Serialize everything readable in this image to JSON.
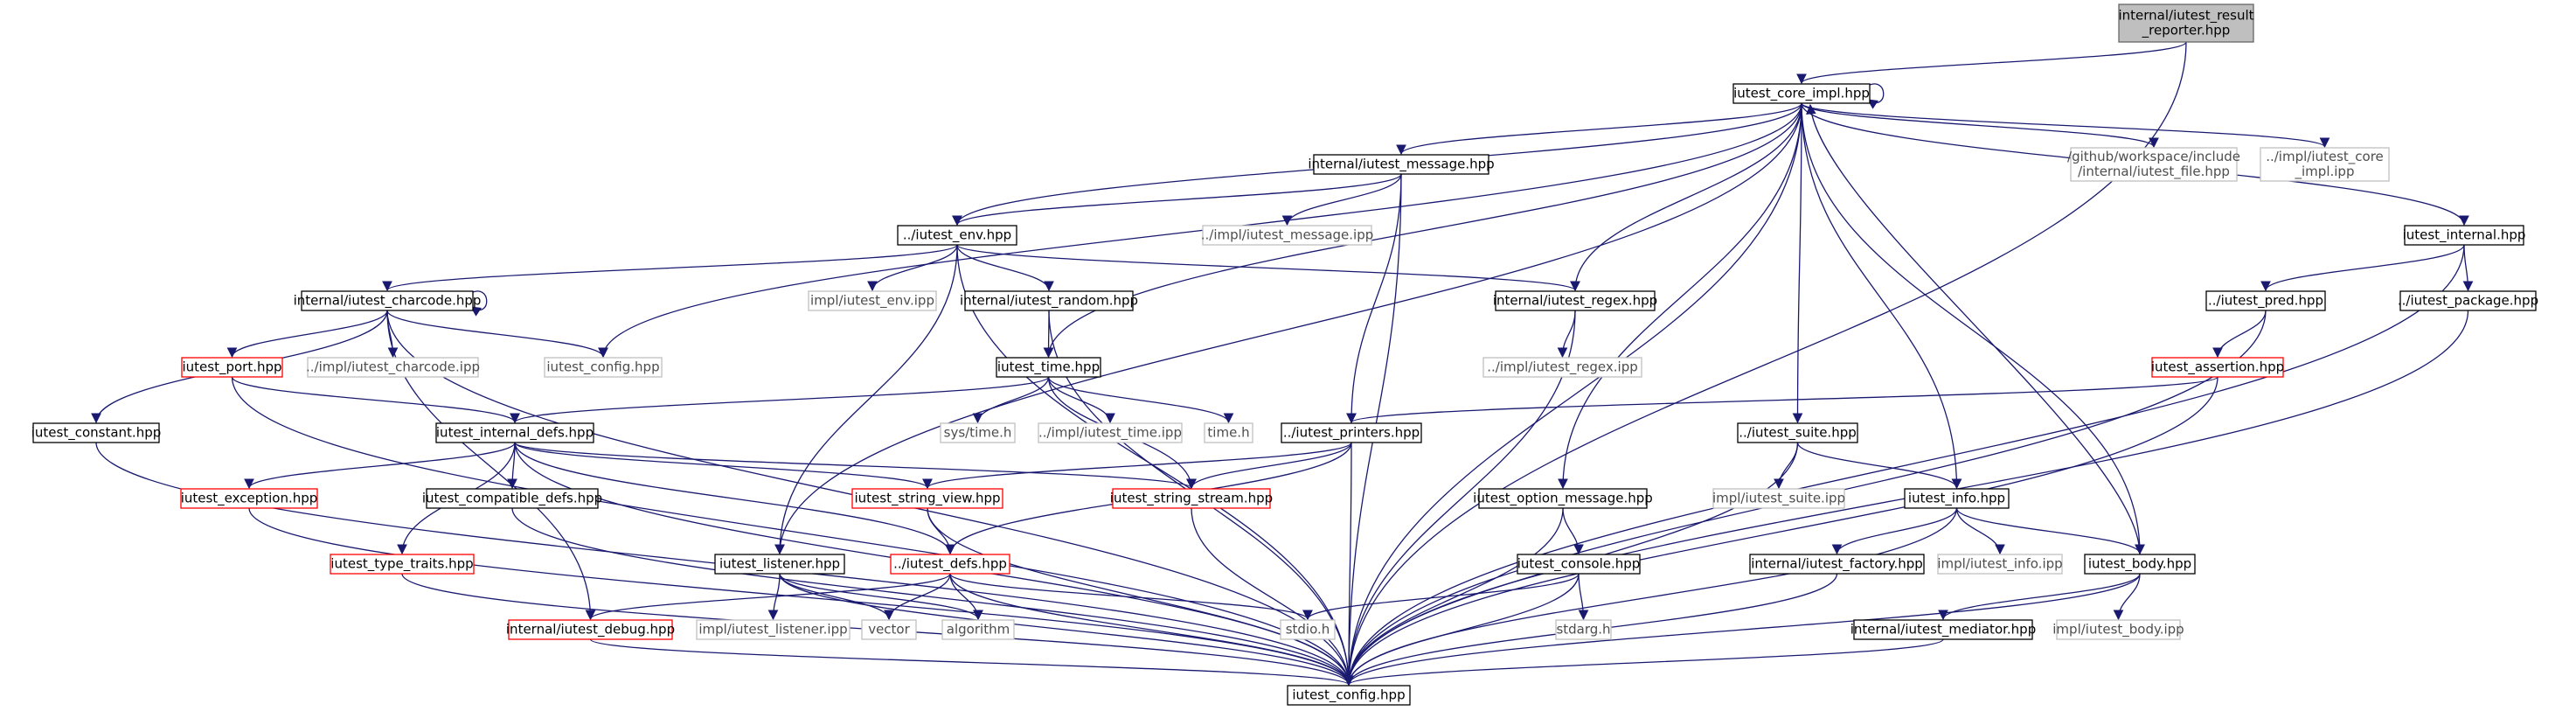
{
  "title": "",
  "nodes": {
    "result_reporter": {
      "lines": [
        "internal/iutest_result",
        "_reporter.hpp"
      ],
      "style": "root"
    },
    "core_impl": {
      "lines": [
        "iutest_core_impl.hpp"
      ],
      "style": "normal"
    },
    "message": {
      "lines": [
        "internal/iutest_message.hpp"
      ],
      "style": "normal"
    },
    "file": {
      "lines": [
        "/github/workspace/include",
        "/internal/iutest_file.hpp"
      ],
      "style": "gray"
    },
    "core_impl_ipp": {
      "lines": [
        "../impl/iutest_core",
        "_impl.ipp"
      ],
      "style": "gray"
    },
    "internal": {
      "lines": [
        "iutest_internal.hpp"
      ],
      "style": "normal"
    },
    "env": {
      "lines": [
        "../iutest_env.hpp"
      ],
      "style": "normal"
    },
    "message_ipp": {
      "lines": [
        "../impl/iutest_message.ipp"
      ],
      "style": "gray"
    },
    "charcode": {
      "lines": [
        "internal/iutest_charcode.hpp"
      ],
      "style": "normal"
    },
    "env_ipp": {
      "lines": [
        "impl/iutest_env.ipp"
      ],
      "style": "gray"
    },
    "random": {
      "lines": [
        "internal/iutest_random.hpp"
      ],
      "style": "normal"
    },
    "regex": {
      "lines": [
        "internal/iutest_regex.hpp"
      ],
      "style": "normal"
    },
    "pred": {
      "lines": [
        "../iutest_pred.hpp"
      ],
      "style": "normal"
    },
    "package": {
      "lines": [
        "../iutest_package.hpp"
      ],
      "style": "normal"
    },
    "port": {
      "lines": [
        "iutest_port.hpp"
      ],
      "style": "red"
    },
    "charcode_ipp": {
      "lines": [
        "../impl/iutest_charcode.ipp"
      ],
      "style": "gray"
    },
    "config_hpp": {
      "lines": [
        "iutest_config.hpp"
      ],
      "style": "gray"
    },
    "time": {
      "lines": [
        "iutest_time.hpp"
      ],
      "style": "normal"
    },
    "regex_ipp": {
      "lines": [
        "../impl/iutest_regex.ipp"
      ],
      "style": "gray"
    },
    "assertion": {
      "lines": [
        "iutest_assertion.hpp"
      ],
      "style": "red"
    },
    "constant": {
      "lines": [
        "iutest_constant.hpp"
      ],
      "style": "normal"
    },
    "internal_defs": {
      "lines": [
        "iutest_internal_defs.hpp"
      ],
      "style": "normal"
    },
    "systime": {
      "lines": [
        "sys/time.h"
      ],
      "style": "gray"
    },
    "time_ipp": {
      "lines": [
        "../impl/iutest_time.ipp"
      ],
      "style": "gray"
    },
    "timeh": {
      "lines": [
        "time.h"
      ],
      "style": "gray"
    },
    "printers": {
      "lines": [
        "../iutest_printers.hpp"
      ],
      "style": "normal"
    },
    "suite": {
      "lines": [
        "../iutest_suite.hpp"
      ],
      "style": "normal"
    },
    "exception": {
      "lines": [
        "iutest_exception.hpp"
      ],
      "style": "red"
    },
    "compatible": {
      "lines": [
        "iutest_compatible_defs.hpp"
      ],
      "style": "normal"
    },
    "string_view": {
      "lines": [
        "iutest_string_view.hpp"
      ],
      "style": "red"
    },
    "string_stream": {
      "lines": [
        "iutest_string_stream.hpp"
      ],
      "style": "red"
    },
    "option_message": {
      "lines": [
        "iutest_option_message.hpp"
      ],
      "style": "normal"
    },
    "suite_ipp": {
      "lines": [
        "impl/iutest_suite.ipp"
      ],
      "style": "gray"
    },
    "info": {
      "lines": [
        "iutest_info.hpp"
      ],
      "style": "normal"
    },
    "type_traits": {
      "lines": [
        "iutest_type_traits.hpp"
      ],
      "style": "red"
    },
    "listener": {
      "lines": [
        "iutest_listener.hpp"
      ],
      "style": "normal"
    },
    "defs": {
      "lines": [
        "../iutest_defs.hpp"
      ],
      "style": "red"
    },
    "console": {
      "lines": [
        "iutest_console.hpp"
      ],
      "style": "normal"
    },
    "factory": {
      "lines": [
        "internal/iutest_factory.hpp"
      ],
      "style": "normal"
    },
    "info_ipp": {
      "lines": [
        "impl/iutest_info.ipp"
      ],
      "style": "gray"
    },
    "body": {
      "lines": [
        "iutest_body.hpp"
      ],
      "style": "normal"
    },
    "debug": {
      "lines": [
        "internal/iutest_debug.hpp"
      ],
      "style": "red"
    },
    "listener_ipp": {
      "lines": [
        "impl/iutest_listener.ipp"
      ],
      "style": "gray"
    },
    "vector": {
      "lines": [
        "vector"
      ],
      "style": "gray"
    },
    "algorithm": {
      "lines": [
        "algorithm"
      ],
      "style": "gray"
    },
    "stdio": {
      "lines": [
        "stdio.h"
      ],
      "style": "gray"
    },
    "stdarg": {
      "lines": [
        "stdarg.h"
      ],
      "style": "gray"
    },
    "mediator": {
      "lines": [
        "internal/iutest_mediator.hpp"
      ],
      "style": "normal"
    },
    "body_ipp": {
      "lines": [
        "impl/iutest_body.ipp"
      ],
      "style": "gray"
    },
    "config": {
      "lines": [
        "iutest_config.hpp"
      ],
      "style": "normal"
    }
  },
  "edges": [
    [
      "result_reporter",
      "core_impl"
    ],
    [
      "result_reporter",
      "config"
    ],
    [
      "core_impl",
      "core_impl"
    ],
    [
      "core_impl",
      "message"
    ],
    [
      "core_impl",
      "file"
    ],
    [
      "core_impl",
      "core_impl_ipp"
    ],
    [
      "core_impl",
      "internal"
    ],
    [
      "core_impl",
      "env"
    ],
    [
      "core_impl",
      "config_hpp"
    ],
    [
      "core_impl",
      "time"
    ],
    [
      "core_impl",
      "regex"
    ],
    [
      "core_impl",
      "listener"
    ],
    [
      "core_impl",
      "option_message"
    ],
    [
      "core_impl",
      "suite"
    ],
    [
      "core_impl",
      "info"
    ],
    [
      "core_impl",
      "body"
    ],
    [
      "core_impl",
      "config"
    ],
    [
      "message",
      "env"
    ],
    [
      "message",
      "message_ipp"
    ],
    [
      "message",
      "printers"
    ],
    [
      "message",
      "config"
    ],
    [
      "internal",
      "pred"
    ],
    [
      "internal",
      "package"
    ],
    [
      "internal",
      "config"
    ],
    [
      "env",
      "charcode"
    ],
    [
      "env",
      "env_ipp"
    ],
    [
      "env",
      "random"
    ],
    [
      "env",
      "regex"
    ],
    [
      "env",
      "listener"
    ],
    [
      "env",
      "config"
    ],
    [
      "charcode",
      "charcode"
    ],
    [
      "charcode",
      "port"
    ],
    [
      "charcode",
      "charcode_ipp"
    ],
    [
      "charcode",
      "config_hpp"
    ],
    [
      "charcode",
      "constant"
    ],
    [
      "charcode",
      "debug"
    ],
    [
      "charcode",
      "config"
    ],
    [
      "random",
      "time"
    ],
    [
      "random",
      "config"
    ],
    [
      "regex",
      "regex_ipp"
    ],
    [
      "regex",
      "config"
    ],
    [
      "pred",
      "assertion"
    ],
    [
      "pred",
      "config"
    ],
    [
      "package",
      "config"
    ],
    [
      "port",
      "internal_defs"
    ],
    [
      "port",
      "config"
    ],
    [
      "time",
      "internal_defs"
    ],
    [
      "time",
      "systime"
    ],
    [
      "time",
      "time_ipp"
    ],
    [
      "time",
      "timeh"
    ],
    [
      "time",
      "string_stream"
    ],
    [
      "assertion",
      "printers"
    ],
    [
      "assertion",
      "config"
    ],
    [
      "constant",
      "config"
    ],
    [
      "internal_defs",
      "exception"
    ],
    [
      "internal_defs",
      "compatible"
    ],
    [
      "internal_defs",
      "type_traits"
    ],
    [
      "internal_defs",
      "string_view"
    ],
    [
      "internal_defs",
      "string_stream"
    ],
    [
      "internal_defs",
      "defs"
    ],
    [
      "internal_defs",
      "config"
    ],
    [
      "printers",
      "string_view"
    ],
    [
      "printers",
      "string_stream"
    ],
    [
      "printers",
      "defs"
    ],
    [
      "printers",
      "config"
    ],
    [
      "suite",
      "suite_ipp"
    ],
    [
      "suite",
      "info"
    ],
    [
      "suite",
      "config"
    ],
    [
      "exception",
      "config"
    ],
    [
      "compatible",
      "config"
    ],
    [
      "string_view",
      "defs"
    ],
    [
      "string_view",
      "config"
    ],
    [
      "string_stream",
      "config"
    ],
    [
      "option_message",
      "console"
    ],
    [
      "option_message",
      "config"
    ],
    [
      "info",
      "factory"
    ],
    [
      "info",
      "info_ipp"
    ],
    [
      "info",
      "body"
    ],
    [
      "info",
      "config"
    ],
    [
      "type_traits",
      "config"
    ],
    [
      "listener",
      "listener_ipp"
    ],
    [
      "listener",
      "vector"
    ],
    [
      "listener",
      "algorithm"
    ],
    [
      "listener",
      "config"
    ],
    [
      "defs",
      "debug"
    ],
    [
      "defs",
      "vector"
    ],
    [
      "defs",
      "algorithm"
    ],
    [
      "defs",
      "stdio"
    ],
    [
      "defs",
      "config"
    ],
    [
      "console",
      "stdio"
    ],
    [
      "console",
      "stdarg"
    ],
    [
      "console",
      "config"
    ],
    [
      "factory",
      "config"
    ],
    [
      "body",
      "mediator"
    ],
    [
      "body",
      "body_ipp"
    ],
    [
      "body",
      "config"
    ],
    [
      "body",
      "core_impl"
    ],
    [
      "debug",
      "config"
    ],
    [
      "mediator",
      "config"
    ]
  ]
}
